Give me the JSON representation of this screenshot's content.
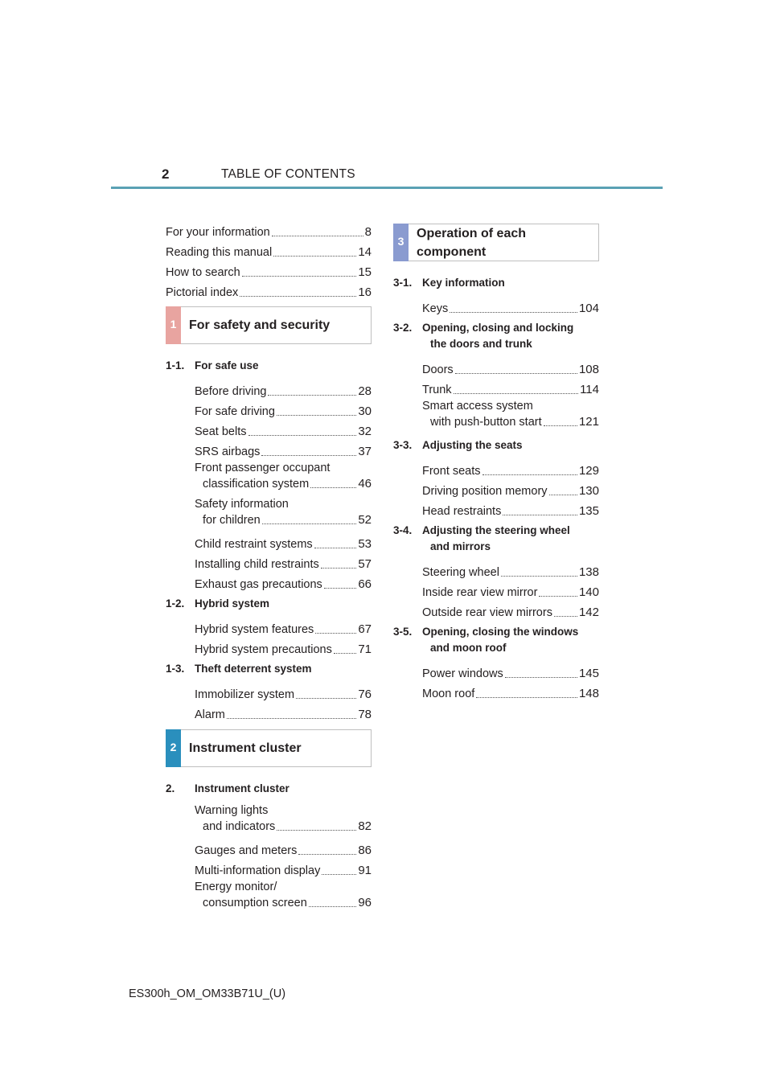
{
  "header": {
    "page_number": "2",
    "title": "TABLE OF CONTENTS",
    "rule_color": "#5aa1b4"
  },
  "intro": [
    {
      "label": "For your information",
      "page": "8"
    },
    {
      "label": "Reading this manual",
      "page": "14"
    },
    {
      "label": "How to search",
      "page": "15"
    },
    {
      "label": "Pictorial index",
      "page": "16"
    }
  ],
  "chapter1": {
    "number": "1",
    "title": "For safety and security",
    "tab_color": "#e8a4a0",
    "sections": [
      {
        "number": "1-1.",
        "name": "For safe use",
        "items": [
          {
            "label": "Before driving",
            "page": "28"
          },
          {
            "label": "For safe driving",
            "page": "30"
          },
          {
            "label": "Seat belts",
            "page": "32"
          },
          {
            "label": "SRS airbags",
            "page": "37"
          },
          {
            "label": "Front passenger occupant",
            "cont": "classification system",
            "page": "46"
          },
          {
            "label": "Safety information",
            "cont": "for children",
            "page": "52"
          },
          {
            "label": "Child restraint systems",
            "page": "53"
          },
          {
            "label": "Installing child restraints",
            "page": "57"
          },
          {
            "label": "Exhaust gas precautions",
            "page": "66"
          }
        ]
      },
      {
        "number": "1-2.",
        "name": "Hybrid system",
        "items": [
          {
            "label": "Hybrid system features",
            "page": "67"
          },
          {
            "label": "Hybrid system precautions",
            "page": "71"
          }
        ]
      },
      {
        "number": "1-3.",
        "name": "Theft deterrent system",
        "items": [
          {
            "label": "Immobilizer system",
            "page": "76"
          },
          {
            "label": "Alarm",
            "page": "78"
          }
        ]
      }
    ]
  },
  "chapter2": {
    "number": "2",
    "title": "Instrument cluster",
    "tab_color": "#2a8fbd",
    "sections": [
      {
        "number": "2.",
        "name": "Instrument cluster",
        "items": [
          {
            "label": "Warning lights",
            "cont": "and indicators",
            "page": "82"
          },
          {
            "label": "Gauges and meters",
            "page": "86"
          },
          {
            "label": "Multi-information display",
            "page": "91"
          },
          {
            "label": "Energy monitor/",
            "cont": "consumption screen",
            "page": "96"
          }
        ]
      }
    ]
  },
  "chapter3": {
    "number": "3",
    "title_line1": "Operation of each",
    "title_line2": "component",
    "tab_color": "#8a9bd0",
    "sections": [
      {
        "number": "3-1.",
        "name": "Key information",
        "items": [
          {
            "label": "Keys",
            "page": "104"
          }
        ]
      },
      {
        "number": "3-2.",
        "name": "Opening, closing and locking",
        "name_cont": "the doors and trunk",
        "items": [
          {
            "label": "Doors",
            "page": "108"
          },
          {
            "label": "Trunk",
            "page": "114"
          },
          {
            "label": "Smart access system",
            "cont": "with push-button start",
            "page": "121"
          }
        ]
      },
      {
        "number": "3-3.",
        "name": "Adjusting the seats",
        "items": [
          {
            "label": "Front seats",
            "page": "129"
          },
          {
            "label": "Driving position memory",
            "page": "130"
          },
          {
            "label": "Head restraints",
            "page": "135"
          }
        ]
      },
      {
        "number": "3-4.",
        "name": "Adjusting the steering wheel",
        "name_cont": "and mirrors",
        "items": [
          {
            "label": "Steering wheel",
            "page": "138"
          },
          {
            "label": "Inside rear view mirror",
            "page": "140"
          },
          {
            "label": "Outside rear view mirrors",
            "page": "142"
          }
        ]
      },
      {
        "number": "3-5.",
        "name": "Opening, closing the windows",
        "name_cont": "and moon roof",
        "items": [
          {
            "label": "Power windows",
            "page": "145"
          },
          {
            "label": "Moon roof",
            "page": "148"
          }
        ]
      }
    ]
  },
  "footer": {
    "code": "ES300h_OM_OM33B71U_(U)"
  }
}
